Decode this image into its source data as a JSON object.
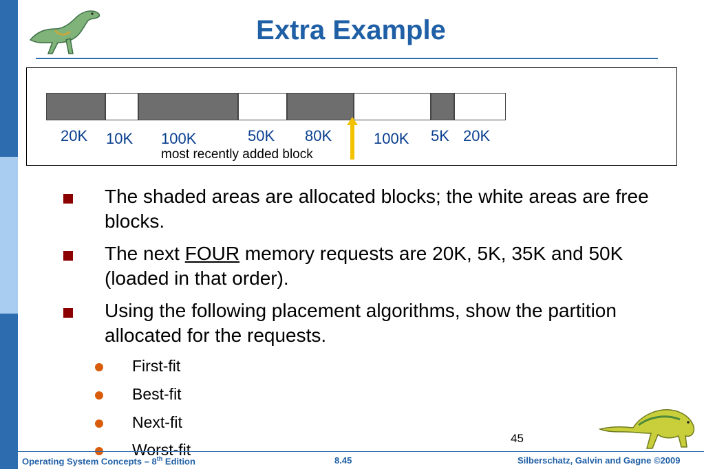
{
  "slide": {
    "title": "Extra Example",
    "page_number": "45"
  },
  "diagram": {
    "blocks": [
      {
        "size": "20K",
        "state": "allocated"
      },
      {
        "size": "10K",
        "state": "free"
      },
      {
        "size": "100K",
        "state": "allocated"
      },
      {
        "size": "50K",
        "state": "free"
      },
      {
        "size": "80K",
        "state": "allocated"
      },
      {
        "size": "100K",
        "state": "free"
      },
      {
        "size": "5K",
        "state": "allocated"
      },
      {
        "size": "20K",
        "state": "free"
      }
    ],
    "arrow_label": "most recently added block",
    "colors": {
      "allocated": "#6e6e6e",
      "free": "#ffffff",
      "arrow": "#f2c200",
      "labels": "#0a3f8f"
    }
  },
  "bullets": {
    "b1_text": "The shaded areas are allocated blocks; the white areas are free blocks.",
    "b2_pre": "The next ",
    "b2_underlined": "FOUR",
    "b2_post": " memory requests are 20K, 5K, 35K and 50K (loaded in that order).",
    "b3_text": "Using the following placement algorithms, show the partition allocated for the requests.",
    "sub": [
      "First-fit",
      "Best-fit",
      "Next-fit",
      "Worst-fit"
    ]
  },
  "footer": {
    "left_pre": "Operating System Concepts – 8",
    "left_sup": "th",
    "left_post": " Edition",
    "center": "8.45",
    "right": "Silberschatz, Galvin and Gagne ©2009"
  },
  "theme": {
    "accent": "#2d6cae",
    "title_color": "#1f5fa6",
    "bullet_square": "#8b0000",
    "bullet_dot": "#d85c0a"
  }
}
